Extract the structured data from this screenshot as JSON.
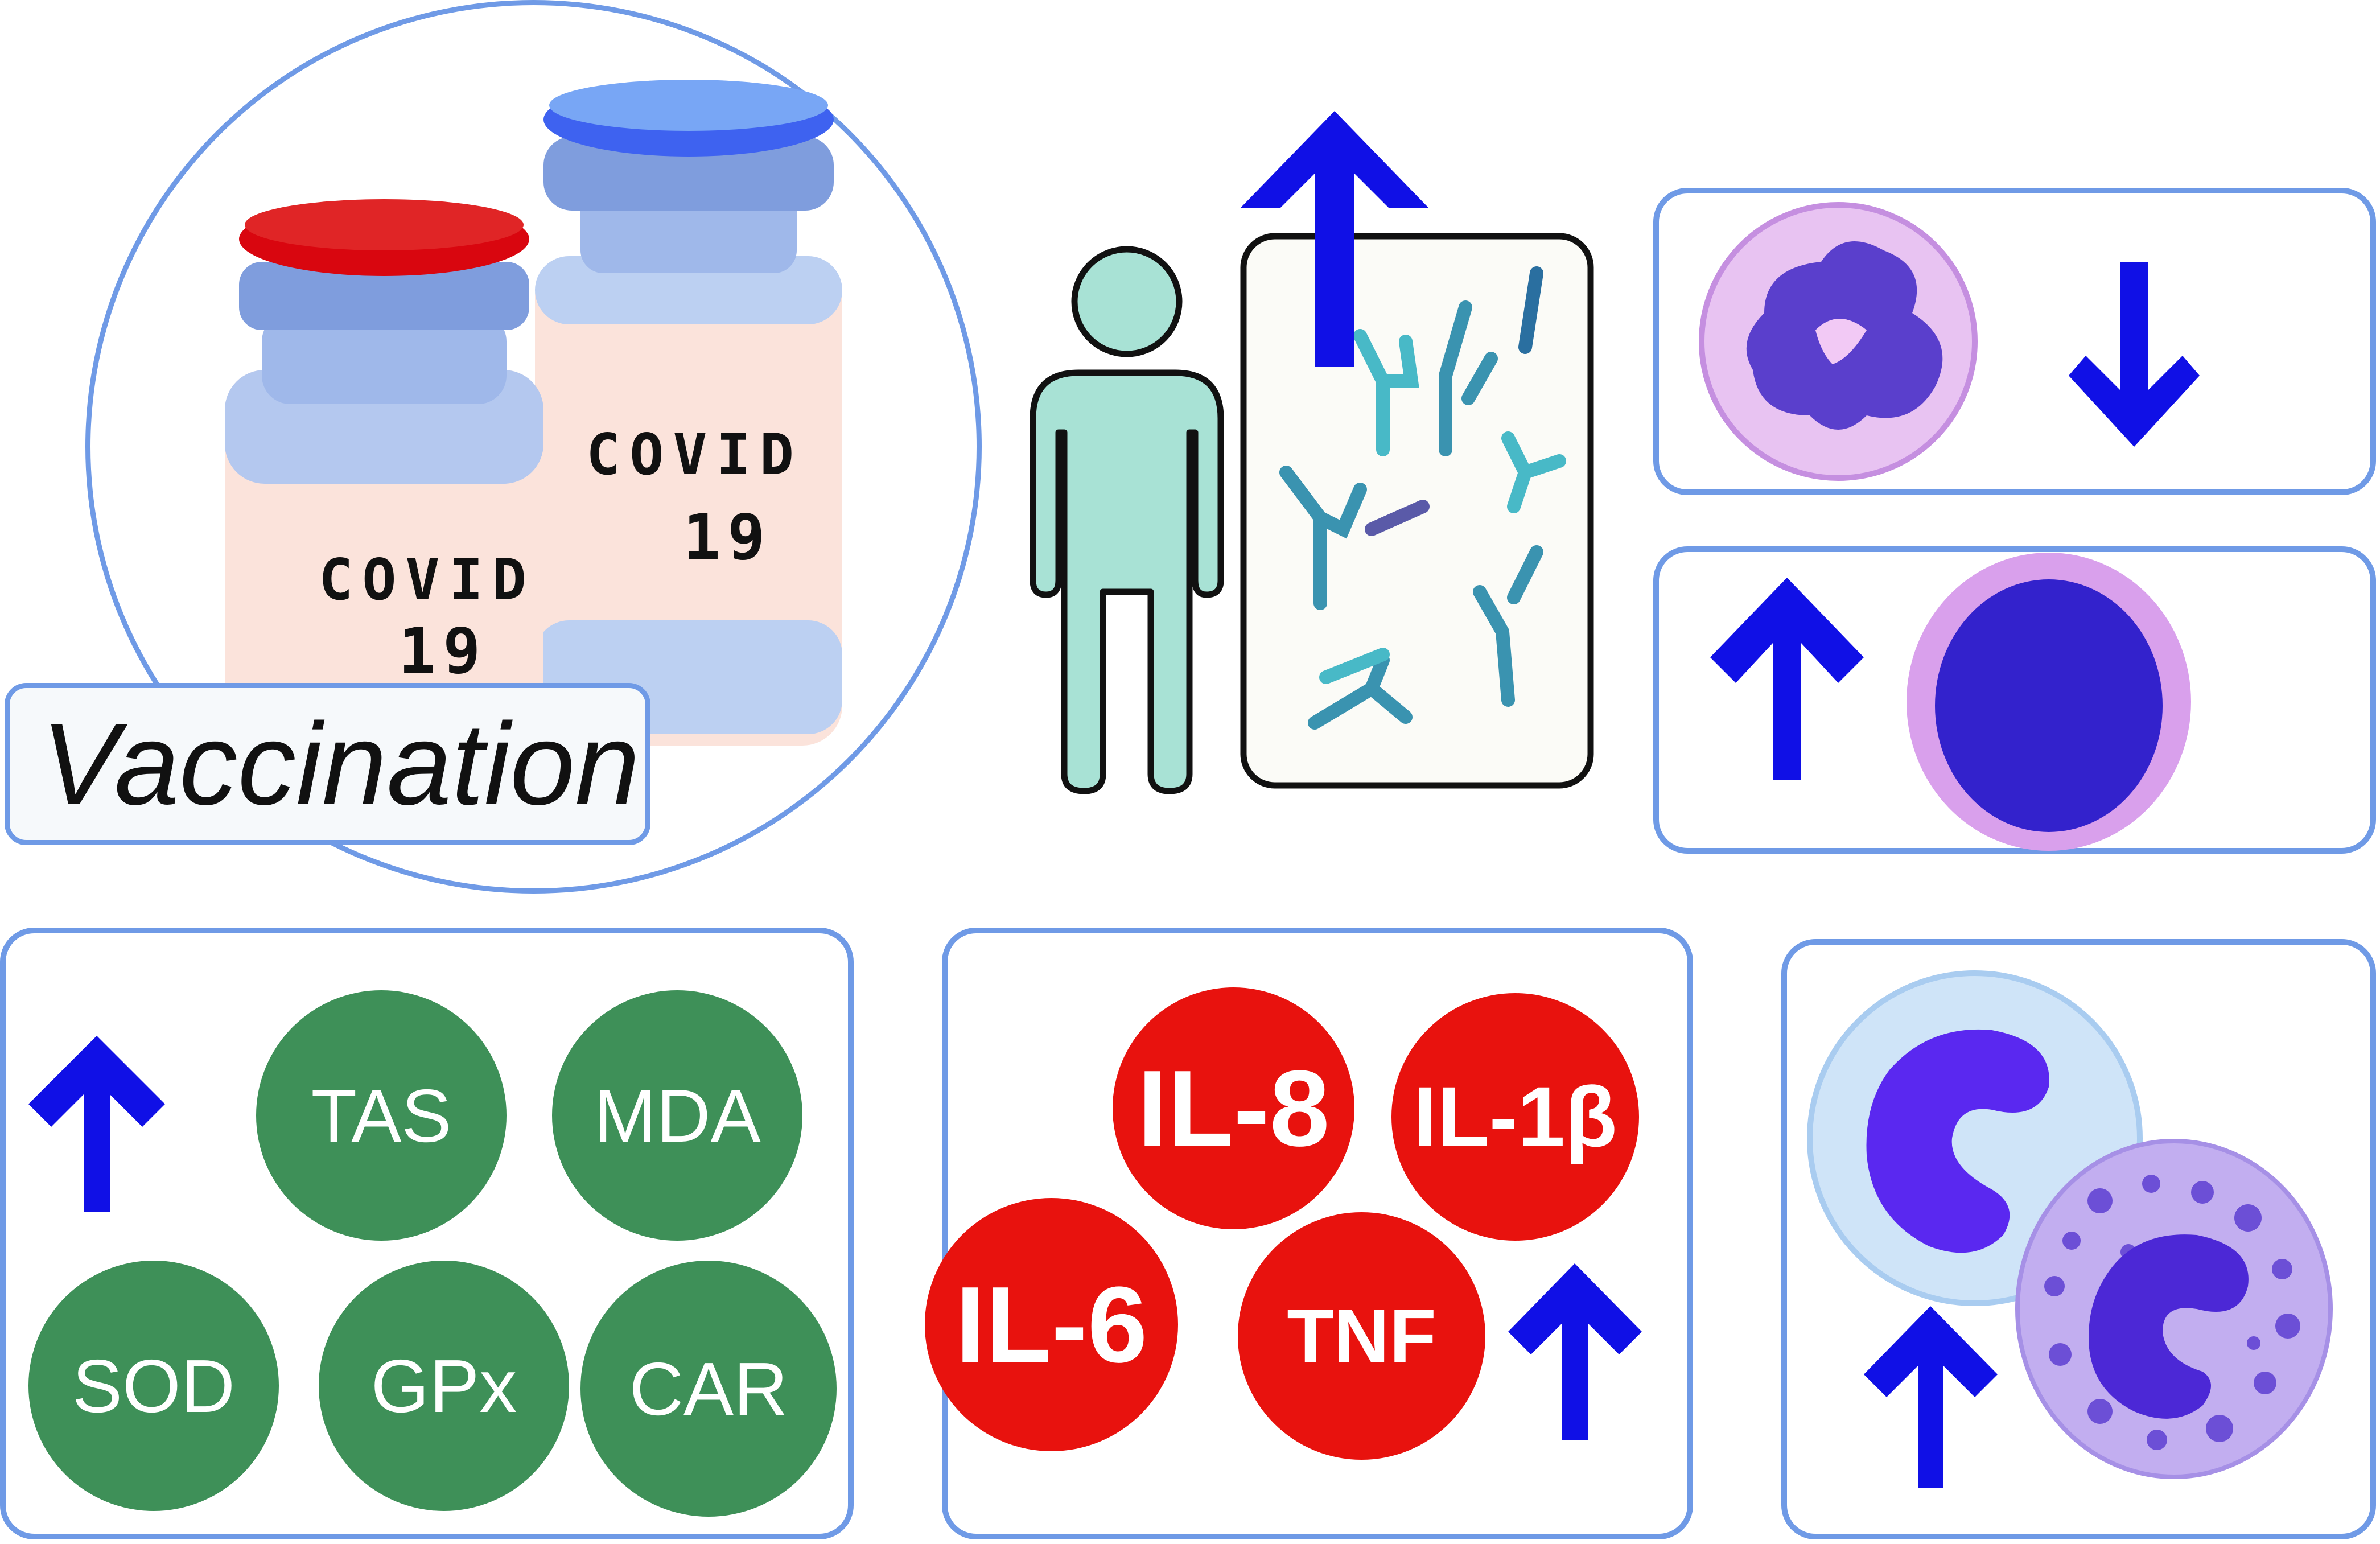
{
  "vaccination": {
    "label": "Vaccination",
    "vial_left_text": [
      "COVID",
      "19"
    ],
    "vial_right_text": [
      "COVID",
      "19"
    ],
    "colors": {
      "cap_left": "#d9060f",
      "cap_right": "#3e62f0",
      "outline": "#6f9ae6"
    }
  },
  "antibody_panel": {
    "icons": [
      "person-icon",
      "antibody-icon",
      "up-arrow-icon"
    ]
  },
  "cells": {
    "neutrophil_trend": "down",
    "lymphocyte_trend": "up",
    "monocyte_trend": "up"
  },
  "oxidative_markers": {
    "trend": "up",
    "items": [
      "TAS",
      "MDA",
      "SOD",
      "GPx",
      "CAR"
    ],
    "color": "#3e9058"
  },
  "cytokines": {
    "trend": "up",
    "items": [
      "IL-8",
      "IL-1β",
      "IL-6",
      "TNF"
    ],
    "color": "#e8120e"
  },
  "arrow_color": "#1010e6"
}
